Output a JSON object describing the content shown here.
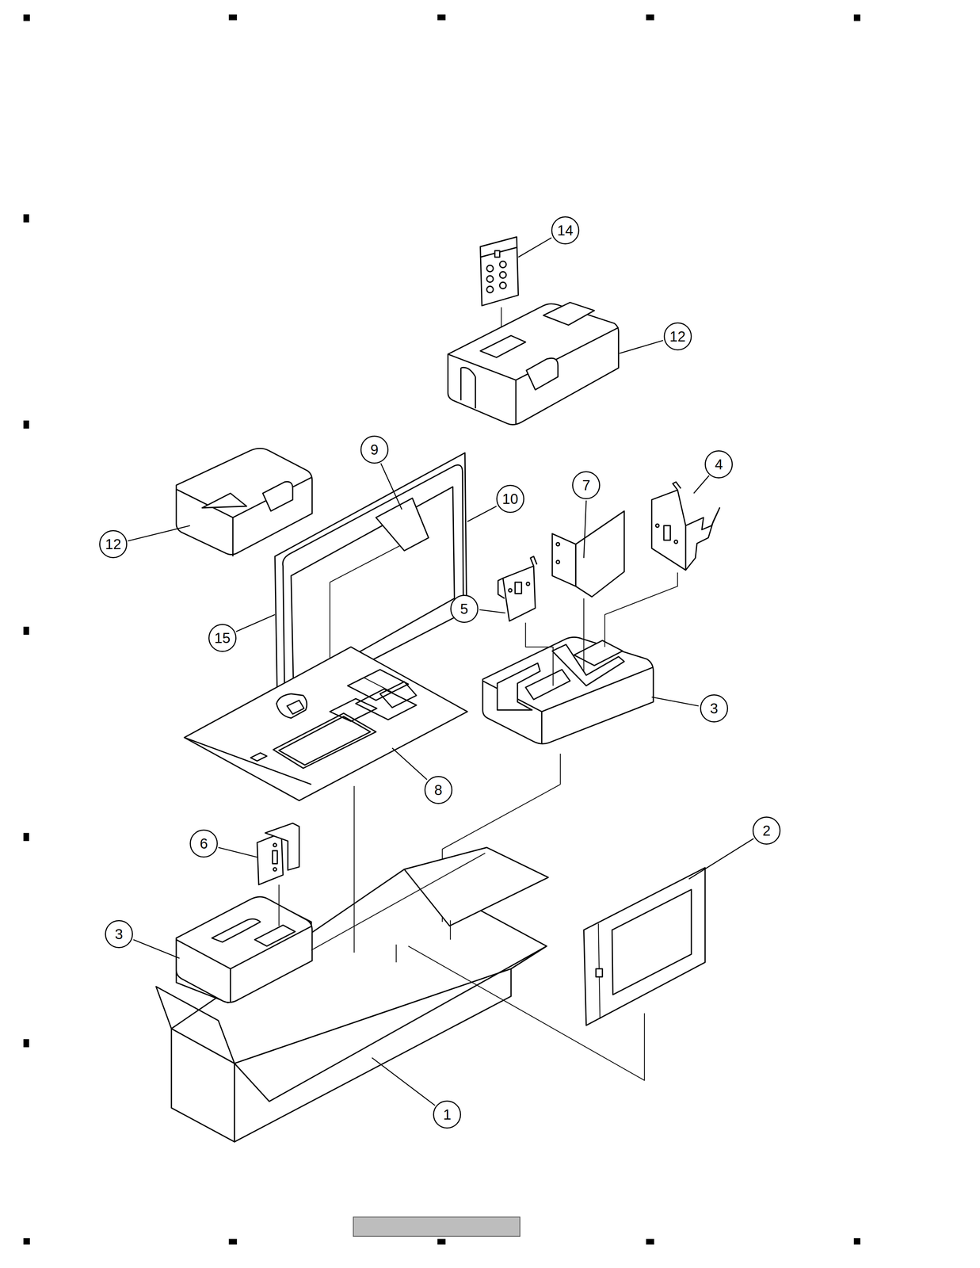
{
  "diagram": {
    "nodes": [
      {
        "text": [
          "14"
        ]
      },
      {
        "text": [
          "12"
        ]
      },
      {
        "text": [
          "9"
        ]
      },
      {
        "text": [
          "4"
        ]
      },
      {
        "text": [
          "7"
        ]
      },
      {
        "text": [
          "10"
        ]
      },
      {
        "text": [
          "12"
        ]
      },
      {
        "text": [
          "5"
        ]
      },
      {
        "text": [
          "15"
        ]
      },
      {
        "text": [
          "3"
        ]
      },
      {
        "text": [
          "8"
        ]
      },
      {
        "text": [
          "2"
        ]
      },
      {
        "text": [
          "6"
        ]
      },
      {
        "text": [
          "3"
        ]
      },
      {
        "text": [
          "1"
        ]
      }
    ],
    "edges": []
  }
}
